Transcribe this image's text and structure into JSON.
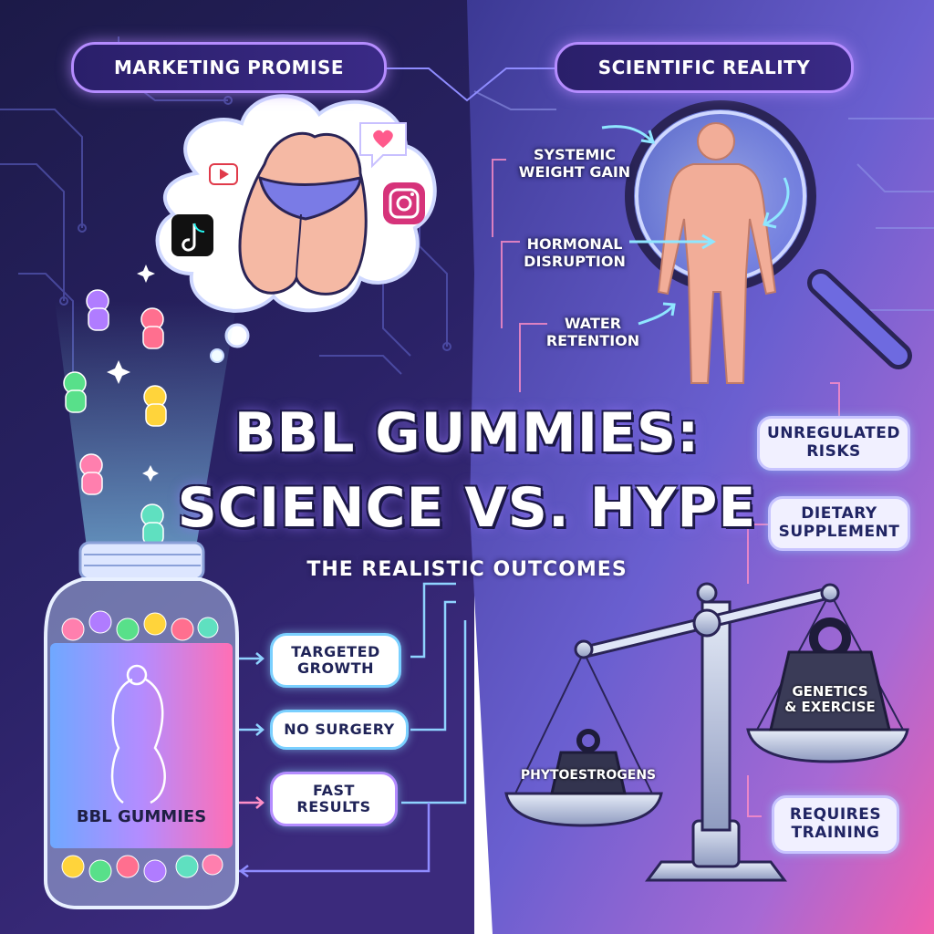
{
  "headers": {
    "left": "MARKETING PROMISE",
    "right": "SCIENTIFIC REALITY"
  },
  "title": {
    "line1": "BBL GUMMIES:",
    "line2": "SCIENCE VS. HYPE",
    "subtitle": "THE REALISTIC OUTCOMES"
  },
  "jar": {
    "label": "BBL GUMMIES"
  },
  "marketing_claims": [
    {
      "line1": "TARGETED",
      "line2": "GROWTH"
    },
    {
      "line1": "NO SURGERY",
      "line2": ""
    },
    {
      "line1": "FAST",
      "line2": "RESULTS"
    }
  ],
  "body_effects": [
    {
      "line1": "SYSTEMIC",
      "line2": "WEIGHT GAIN"
    },
    {
      "line1": "HORMONAL",
      "line2": "DISRUPTION"
    },
    {
      "line1": "WATER",
      "line2": "RETENTION"
    }
  ],
  "reality_tags": [
    {
      "line1": "UNREGULATED",
      "line2": "RISKS"
    },
    {
      "line1": "DIETARY",
      "line2": "SUPPLEMENT"
    },
    {
      "line1": "REQUIRES",
      "line2": "TRAINING"
    }
  ],
  "scale": {
    "light_weight": "PHYTOESTROGENS",
    "heavy_weight_line1": "GENETICS",
    "heavy_weight_line2": "& EXERCISE"
  },
  "social_icons": [
    "youtube-icon",
    "tiktok-icon",
    "heart-message-icon",
    "instagram-icon"
  ],
  "colors": {
    "left_bg": "#1d1a4d",
    "right_bg": "#5b4fc4",
    "accent_cyan": "#8fd3ff",
    "accent_pink": "#ff6fb5",
    "accent_purple": "#b58cff"
  }
}
